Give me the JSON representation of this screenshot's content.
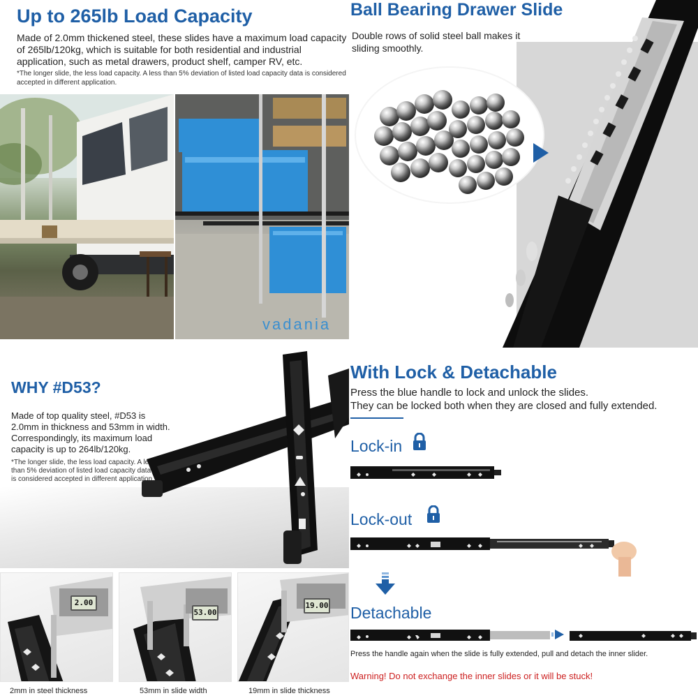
{
  "load_panel": {
    "title": "Up to 265lb Load Capacity",
    "body": "Made of 2.0mm thickened steel, these slides have a maximum load capacity of 265lb/120kg, which is suitable for both residential and industrial application, such as metal drawers, product shelf, camper RV, etc.",
    "note": "*The longer slide, the less load capacity. A less than 5% deviation of listed load capacity data is considered accepted in different application.",
    "brand": "vadania"
  },
  "ball_panel": {
    "title": "Ball Bearing Drawer Slide",
    "body": "Double rows of solid steel ball makes it sliding smoothly."
  },
  "why_panel": {
    "title": "WHY #D53?",
    "body": "Made of top quality steel, #D53 is 2.0mm in thickness and 53mm in width. Correspondingly, its maximum load capacity is up to 264lb/120kg.",
    "note": "*The longer slide, the less load capacity. A less than 5% deviation of listed load capacity data is considered accepted in different application."
  },
  "measurements": [
    {
      "label": "2mm in steel thickness",
      "reading": "2.00"
    },
    {
      "label": "53mm in slide width",
      "reading": "53.00"
    },
    {
      "label": "19mm in slide thickness",
      "reading": "19.00"
    }
  ],
  "lock_panel": {
    "title": "With Lock & Detachable",
    "body_line1": "Press the blue handle to lock and unlock the slides.",
    "body_line2": "They can be locked both when they are closed and fully extended.",
    "lock_in": "Lock-in",
    "lock_out": "Lock-out",
    "detachable": "Detachable",
    "instruction": "Press the handle again when the slide is fully extended, pull and detach the inner slider.",
    "warning": "Warning! Do not exchange the inner slides or it will be stuck!"
  },
  "colors": {
    "accent_blue": "#1f5fa6",
    "warning_red": "#cc1f1f",
    "slide_black": "#111111"
  }
}
